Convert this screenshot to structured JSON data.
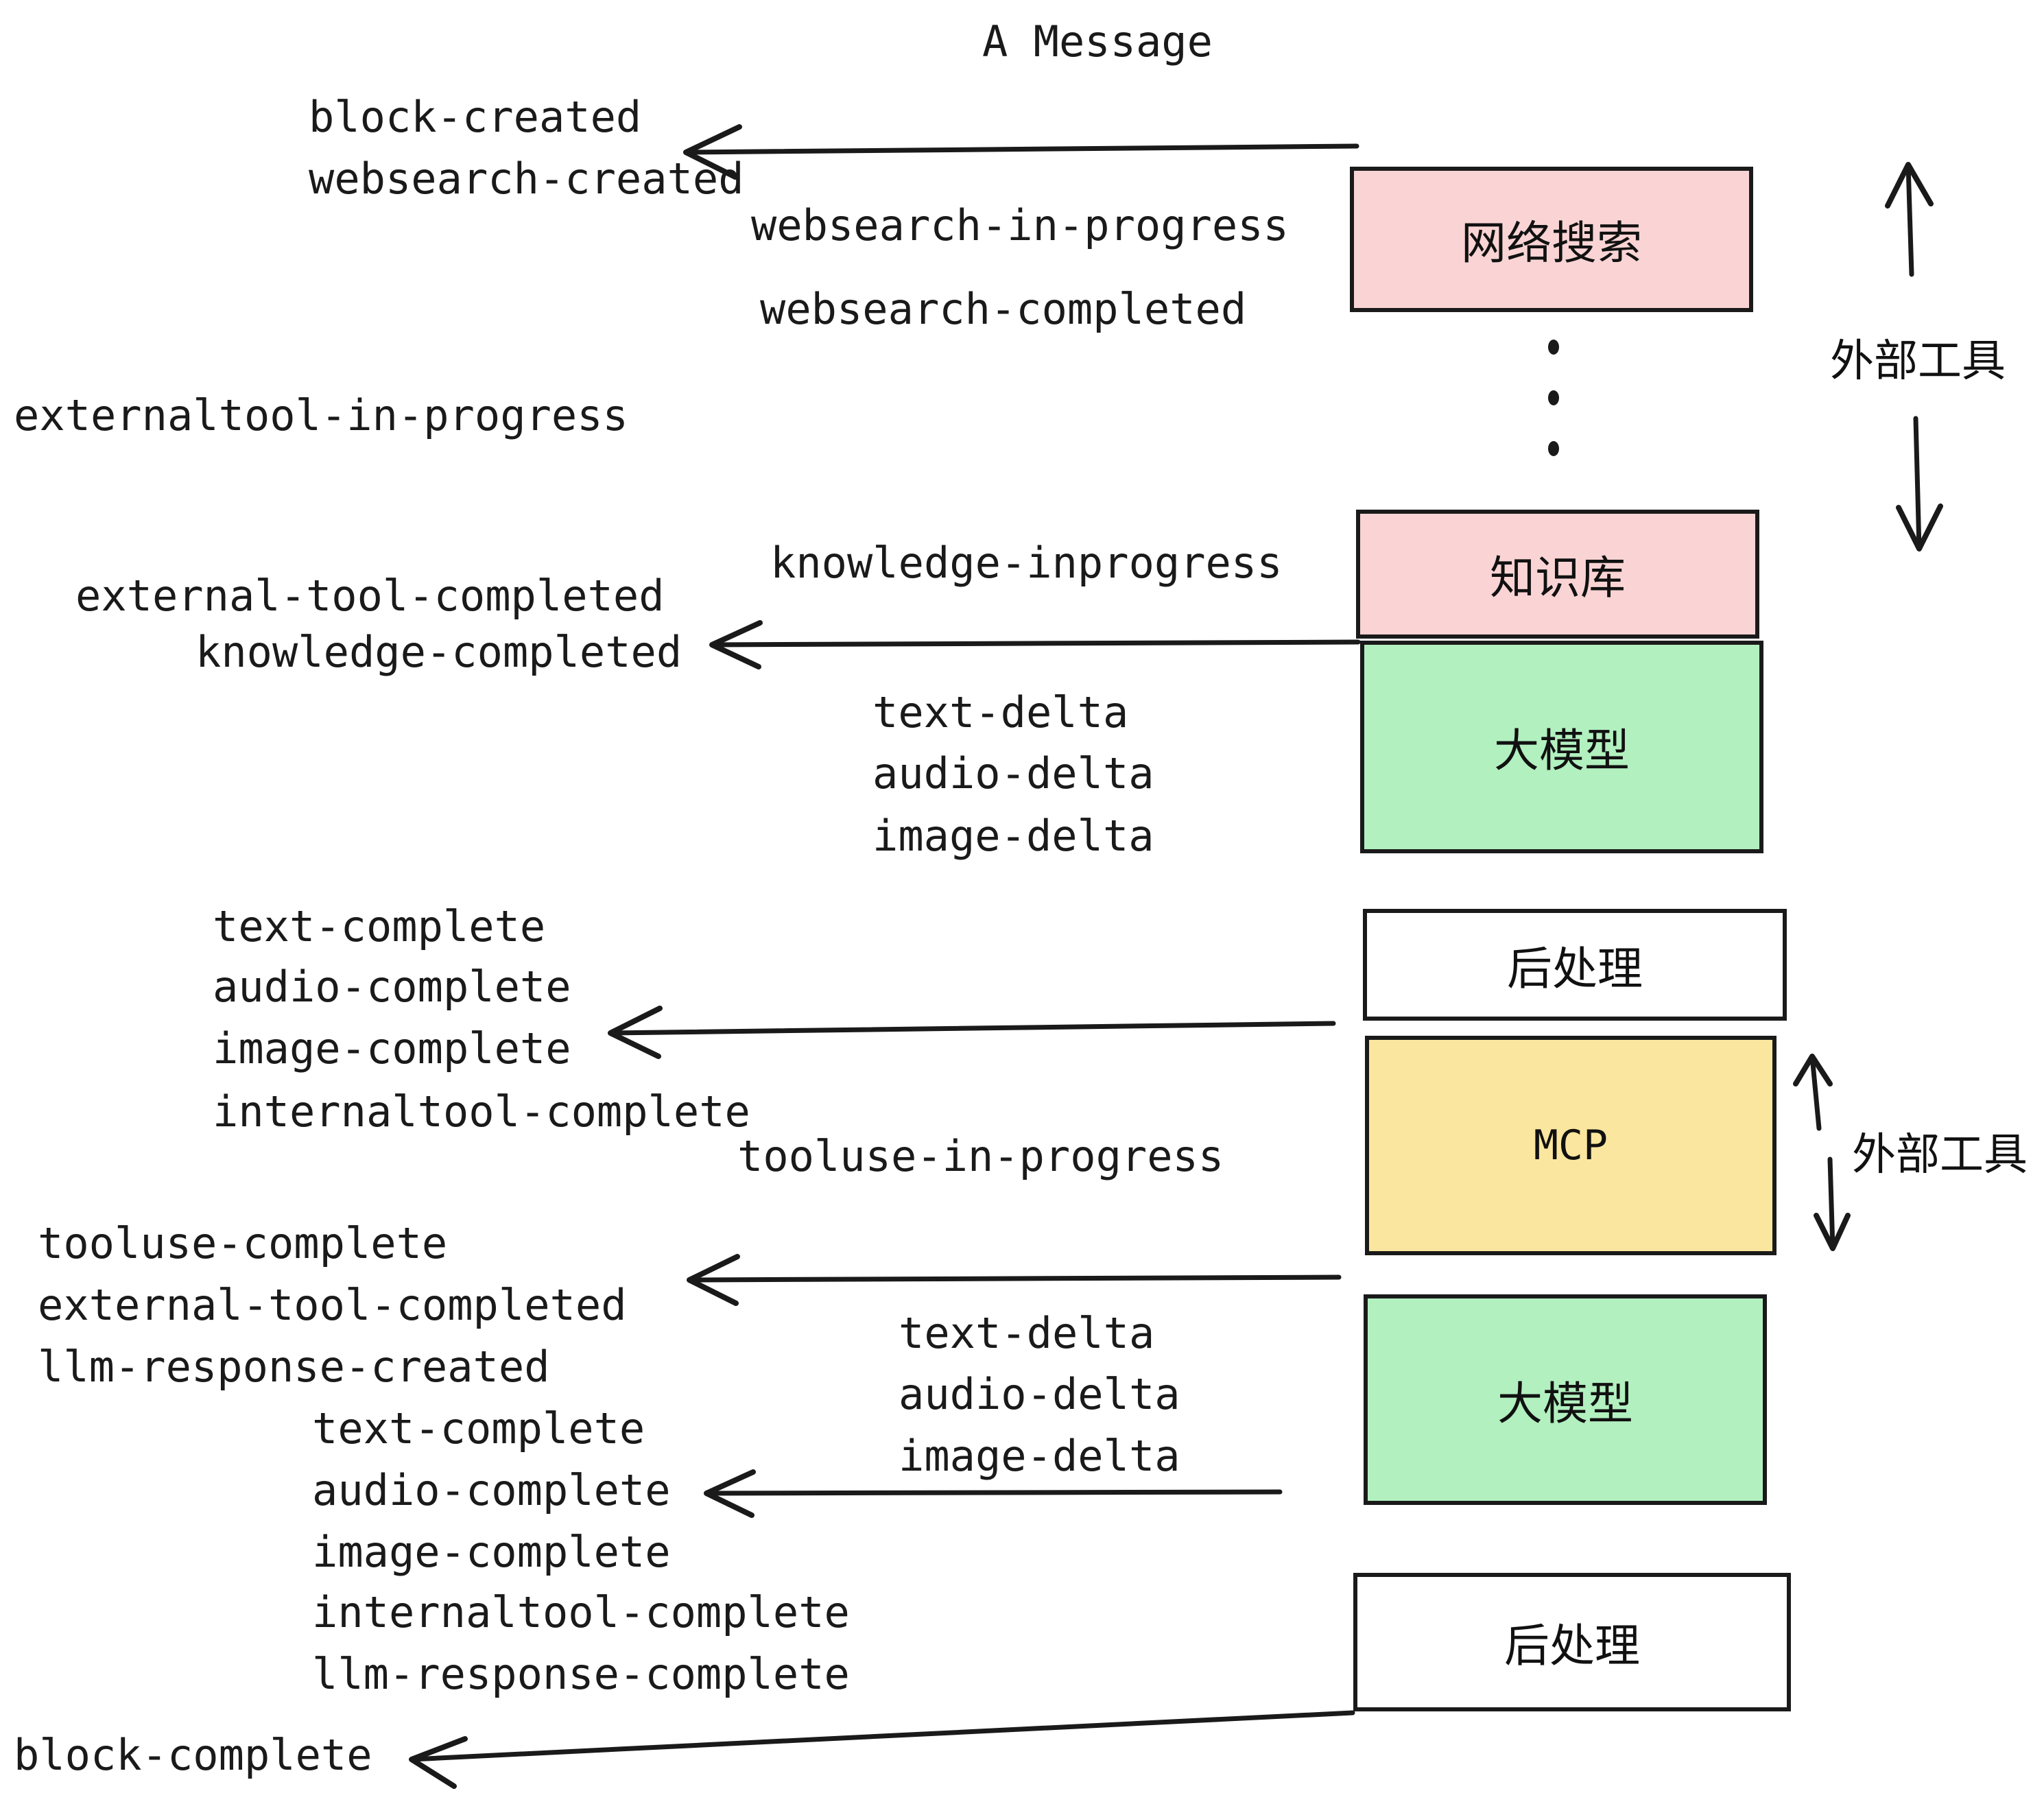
{
  "diagram": {
    "title": "A Message",
    "colors": {
      "pink": "#fad4d4",
      "green": "#b2f0bf",
      "yellow": "#fae69e",
      "white": "#ffffff",
      "stroke": "#1a1a1a"
    },
    "nodes": [
      {
        "id": "websearch",
        "label": "网络搜索",
        "fill": "#fad4d4"
      },
      {
        "id": "knowledge",
        "label": "知识库",
        "fill": "#fad4d4"
      },
      {
        "id": "llm1",
        "label": "大模型",
        "fill": "#b2f0bf"
      },
      {
        "id": "post1",
        "label": "后处理",
        "fill": "#ffffff"
      },
      {
        "id": "mcp",
        "label": "MCP",
        "fill": "#fae69e"
      },
      {
        "id": "llm2",
        "label": "大模型",
        "fill": "#b2f0bf"
      },
      {
        "id": "post2",
        "label": "后处理",
        "fill": "#ffffff"
      }
    ],
    "side_labels": [
      {
        "id": "external-tool-top",
        "label": "外部工具"
      },
      {
        "id": "external-tool-bottom",
        "label": "外部工具"
      }
    ],
    "events": {
      "block_created": "block-created",
      "websearch_created": "websearch-created",
      "websearch_in_progress": "websearch-in-progress",
      "websearch_completed": "websearch-completed",
      "externaltool_in_progress": "externaltool-in-progress",
      "knowledge_inprogress": "knowledge-inprogress",
      "external_tool_completed_1": "external-tool-completed",
      "knowledge_completed": "knowledge-completed",
      "text_delta_1": "text-delta",
      "audio_delta_1": "audio-delta",
      "image_delta_1": "image-delta",
      "text_complete_1": "text-complete",
      "audio_complete_1": "audio-complete",
      "image_complete_1": "image-complete",
      "internaltool_complete_1": "internaltool-complete",
      "tooluse_in_progress": "tooluse-in-progress",
      "tooluse_complete": "tooluse-complete",
      "external_tool_completed_2": "external-tool-completed",
      "llm_response_created": "llm-response-created",
      "text_delta_2": "text-delta",
      "audio_delta_2": "audio-delta",
      "image_delta_2": "image-delta",
      "text_complete_2": "text-complete",
      "audio_complete_2": "audio-complete",
      "image_complete_2": "image-complete",
      "internaltool_complete_2": "internaltool-complete",
      "llm_response_complete": "llm-response-complete",
      "block_complete": "block-complete"
    }
  }
}
